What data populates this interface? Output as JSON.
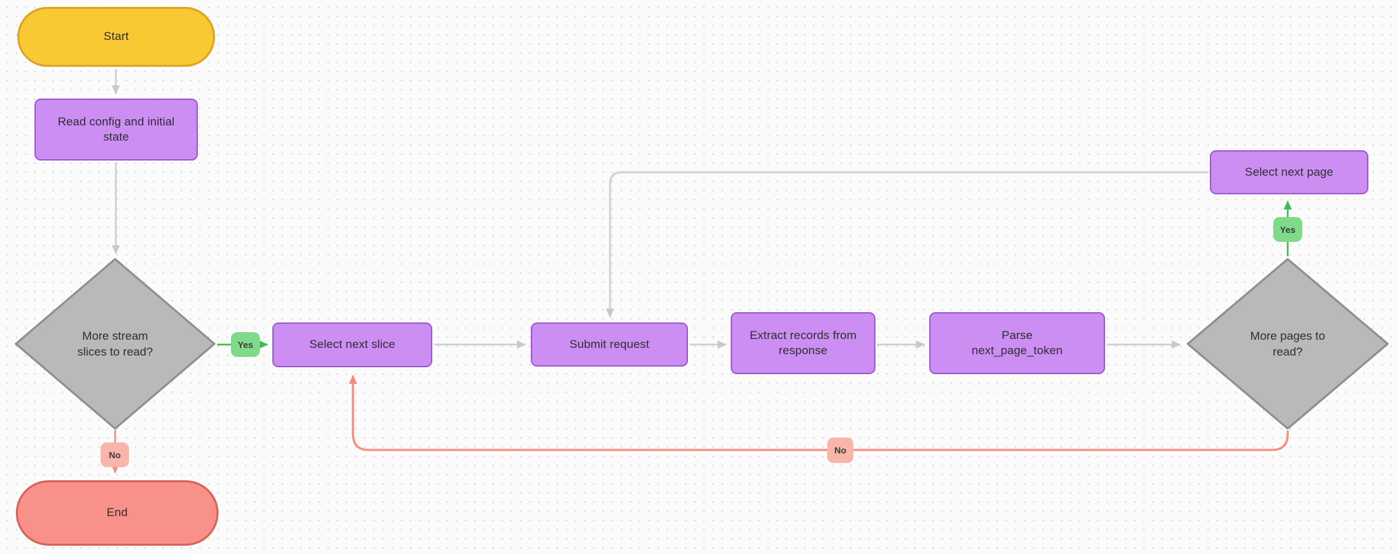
{
  "diagram": {
    "nodes": {
      "start": {
        "label": "Start",
        "shape": "terminator"
      },
      "read_config": {
        "label": "Read config and initial\nstate",
        "shape": "process"
      },
      "more_slices": {
        "label": "More stream\nslices to read?",
        "shape": "decision"
      },
      "select_next_slice": {
        "label": "Select next slice",
        "shape": "process"
      },
      "submit_request": {
        "label": "Submit request",
        "shape": "process"
      },
      "extract_records": {
        "label": "Extract records from\nresponse",
        "shape": "process"
      },
      "parse_next_page_token": {
        "label": "Parse\nnext_page_token",
        "shape": "process"
      },
      "more_pages": {
        "label": "More pages to\nread?",
        "shape": "decision"
      },
      "select_next_page": {
        "label": "Select next page",
        "shape": "process"
      },
      "end": {
        "label": "End",
        "shape": "terminator"
      }
    },
    "edge_labels": {
      "more_slices_yes": "Yes",
      "more_slices_no": "No",
      "more_pages_yes": "Yes",
      "more_pages_no": "No"
    },
    "colors": {
      "canvas_bg": "#FBFBFB",
      "grid_dot": "#DCDCDC",
      "start_fill": "#F8C933",
      "start_border": "#DDA426",
      "process_fill": "#CC8EF3",
      "process_border": "#9D5BCE",
      "decision_fill": "#B9B9B9",
      "decision_border": "#8F8F8F",
      "end_fill": "#F7918A",
      "end_border": "#D6645C",
      "yes_badge_fill": "#7FDA89",
      "no_badge_fill": "#F9B5A9",
      "edge_gray": "#CFCFCF",
      "edge_green": "#3CBE52",
      "edge_red": "#F9897D"
    }
  }
}
